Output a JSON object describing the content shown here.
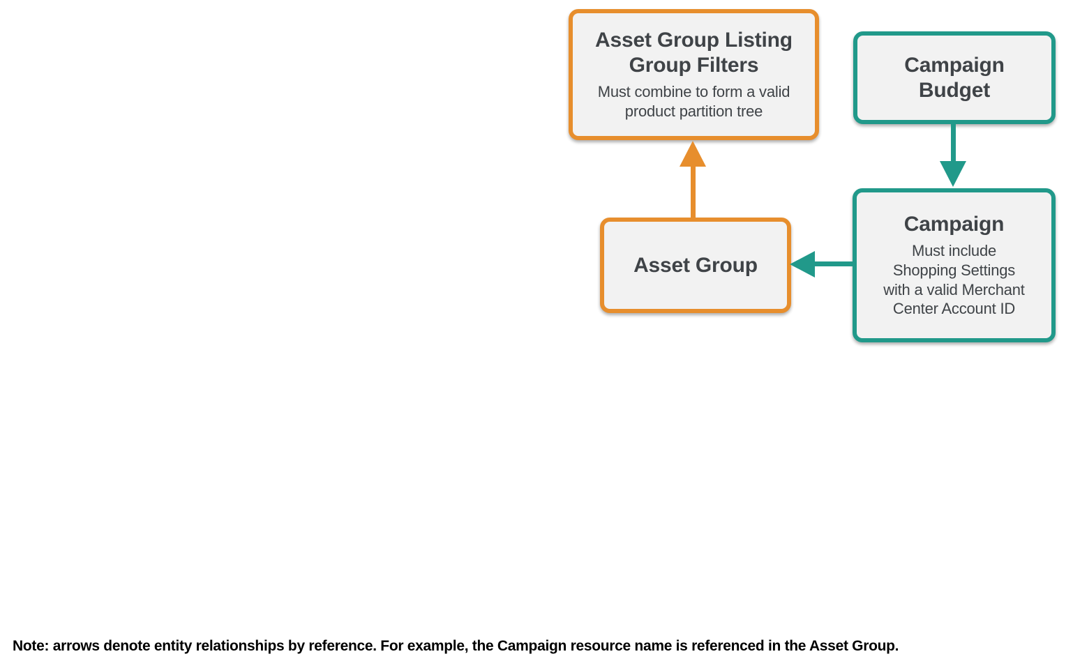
{
  "diagram": {
    "nodes": {
      "asset_group_listing_group_filters": {
        "title": "Asset Group Listing\nGroup Filters",
        "subtitle": "Must combine to form a valid\nproduct partition tree"
      },
      "campaign_budget": {
        "title": "Campaign\nBudget"
      },
      "campaign": {
        "title": "Campaign",
        "subtitle": "Must include\nShopping Settings\nwith a valid Merchant\nCenter Account ID"
      },
      "asset_group": {
        "title": "Asset Group"
      }
    },
    "edges": [
      {
        "from": "asset_group",
        "to": "asset_group_listing_group_filters",
        "color": "#E78E2D",
        "direction": "up"
      },
      {
        "from": "campaign_budget",
        "to": "campaign",
        "color": "#21998A",
        "direction": "down"
      },
      {
        "from": "campaign",
        "to": "asset_group",
        "color": "#21998A",
        "direction": "left"
      }
    ],
    "colors": {
      "orange": "#E78E2D",
      "teal": "#21998A",
      "box_fill": "#F2F2F2",
      "text": "#3F4347"
    }
  },
  "note": "Note: arrows denote entity relationships by reference. For example, the Campaign resource name is referenced in the Asset Group."
}
